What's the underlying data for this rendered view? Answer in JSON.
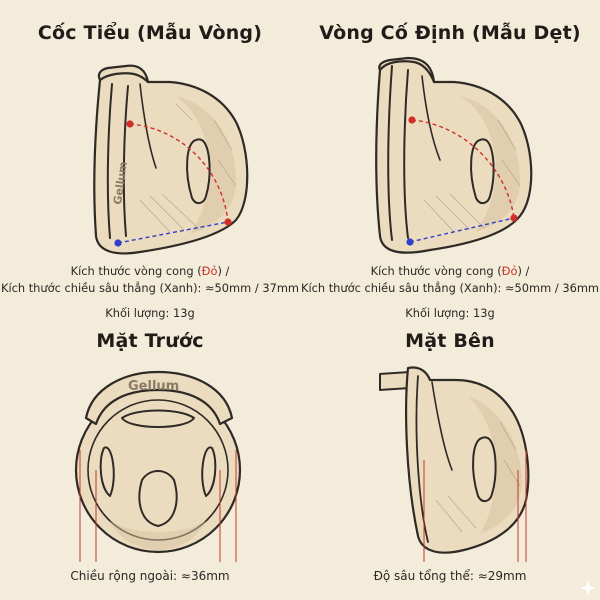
{
  "panels": {
    "top_left": {
      "title": "Cốc Tiểu (Mẫu Vòng)",
      "brand": "Gellum",
      "caption_line1_prefix": "Kích thước vòng cong (",
      "caption_line1_red": "Đỏ",
      "caption_line1_suffix": ") /",
      "caption_line2": "Kích thước chiều sâu thẳng (Xanh): ≈50mm / 37mm",
      "weight": "Khối lượng: 13g"
    },
    "top_right": {
      "title": "Vòng Cố Định (Mẫu Dẹt)",
      "caption_line1_prefix": "Kích thước vòng cong (",
      "caption_line1_red": "Đỏ",
      "caption_line1_suffix": ") /",
      "caption_line2": "Kích thước chiều sâu thẳng (Xanh): ≈50mm / 36mm",
      "weight": "Khối lượng: 13g"
    },
    "bottom_left": {
      "title": "Mặt Trước",
      "brand": "Gellum",
      "caption": "Chiều rộng ngoài: ≈36mm"
    },
    "bottom_right": {
      "title": "Mặt Bên",
      "caption": "Độ sâu tổng thể: ≈29mm"
    }
  },
  "colors": {
    "background": "#f3ecdb",
    "curve_measure_red": "#d1302a",
    "depth_measure_blue": "#2f3fc9",
    "guide_line_red": "#c0392b"
  },
  "icons": [
    "sparkle-icon"
  ]
}
